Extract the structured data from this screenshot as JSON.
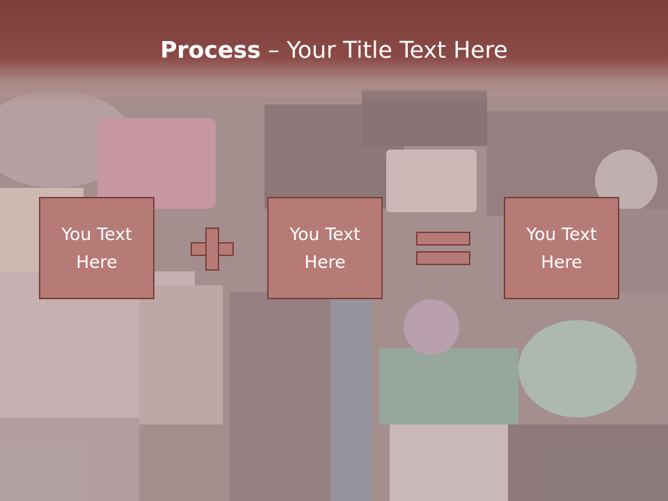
{
  "slide": {
    "title_bold": "Process",
    "title_rest": " – Your Title Text Here",
    "boxes": [
      {
        "text": "You Text Here"
      },
      {
        "text": "You Text Here"
      },
      {
        "text": "You Text Here"
      }
    ],
    "operators": [
      "plus-icon",
      "equals-icon"
    ],
    "colors": {
      "title_band": "#7c3f3c",
      "box_fill": "#b67b76",
      "box_border": "#7a3f3b",
      "text": "#ffffff"
    }
  }
}
